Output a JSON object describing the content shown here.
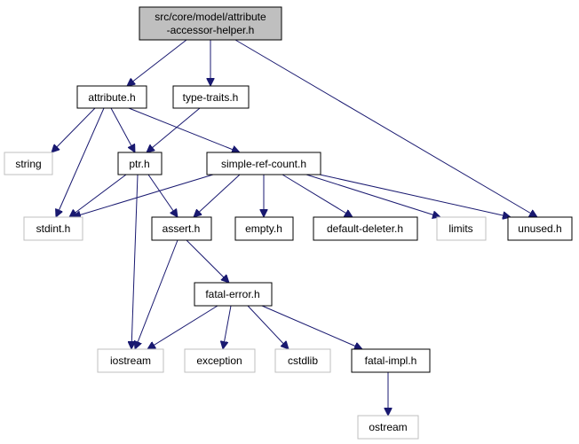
{
  "graph": {
    "root": {
      "lines": [
        "src/core/model/attribute",
        "-accessor-helper.h"
      ]
    },
    "nodes": {
      "attribute": "attribute.h",
      "type_traits": "type-traits.h",
      "string": "string",
      "ptr": "ptr.h",
      "simple_ref_count": "simple-ref-count.h",
      "stdint": "stdint.h",
      "assert": "assert.h",
      "empty": "empty.h",
      "default_deleter": "default-deleter.h",
      "limits": "limits",
      "unused": "unused.h",
      "fatal_error": "fatal-error.h",
      "iostream": "iostream",
      "exception": "exception",
      "cstdlib": "cstdlib",
      "fatal_impl": "fatal-impl.h",
      "ostream": "ostream"
    },
    "edge_color": "#191970",
    "system_header_border": "#bfbfbf",
    "root_fill": "#bfbfbf"
  }
}
